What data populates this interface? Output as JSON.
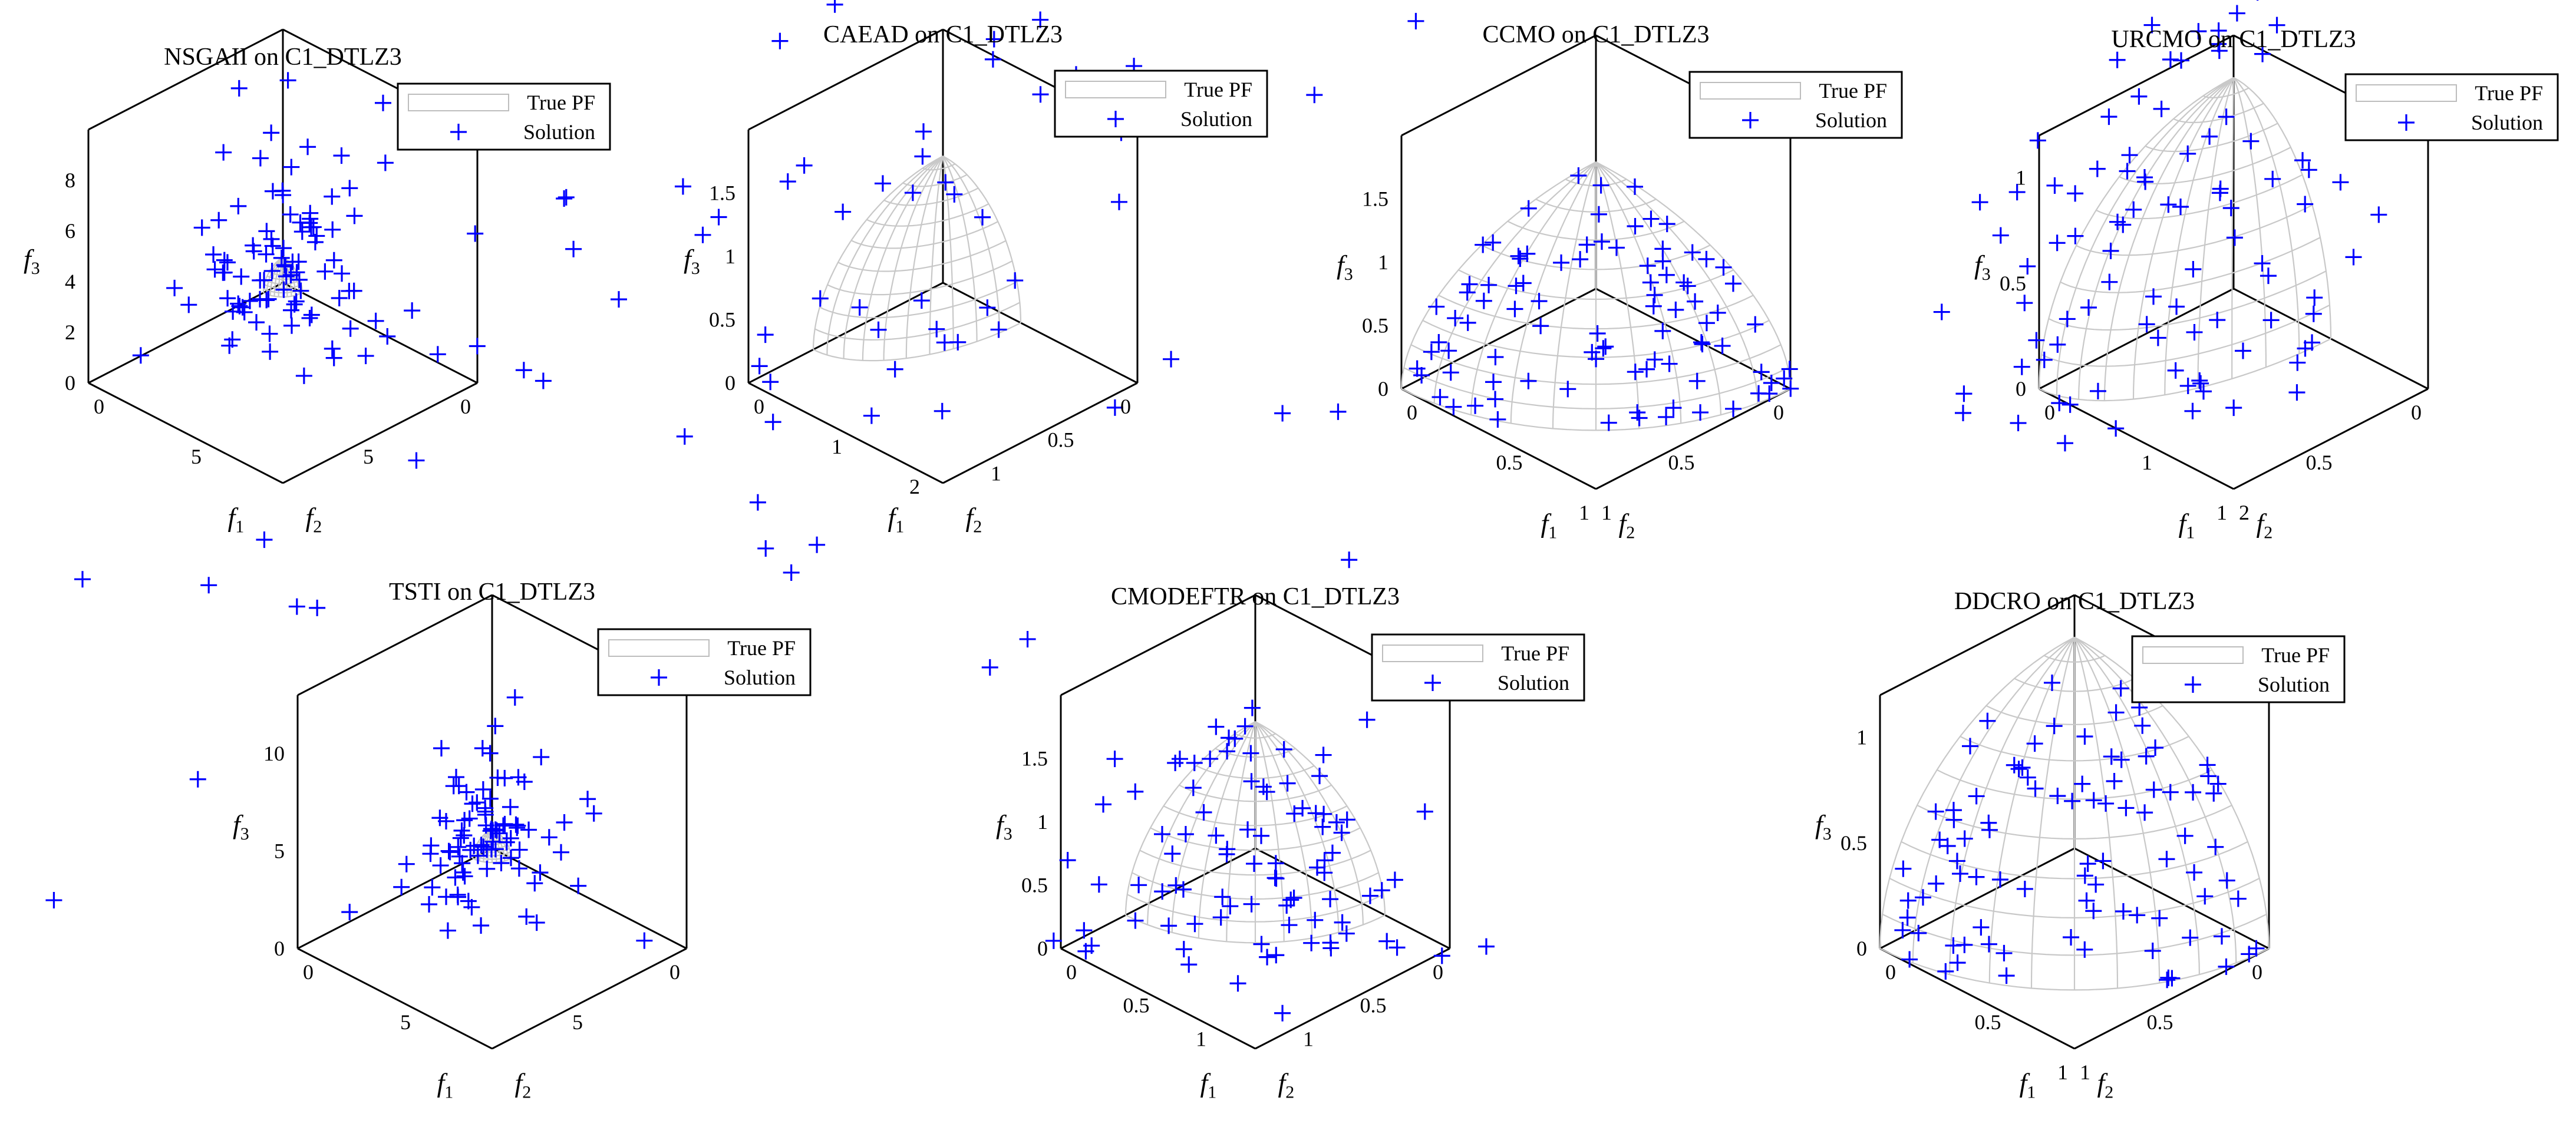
{
  "chart_data": [
    {
      "type": "scatter",
      "title": "NSGAII on C1_DTLZ3",
      "xlabel": "f",
      "xlabel_sub": "1",
      "ylabel": "f",
      "ylabel_sub": "2",
      "zlabel": "f",
      "zlabel_sub": "3",
      "f1_ticks": [
        "0",
        "5"
      ],
      "f2_ticks": [
        "0",
        "5"
      ],
      "f3_ticks": [
        "0",
        "2",
        "4",
        "6",
        "8"
      ],
      "f1_tick_values": [
        0,
        5
      ],
      "f2_tick_values": [
        0,
        5
      ],
      "f3_tick_values": [
        0,
        2,
        4,
        6,
        8
      ],
      "xlim": [
        0,
        10
      ],
      "ylim": [
        0,
        10
      ],
      "zlim": [
        0,
        10
      ],
      "pf_radius": 1,
      "legend": [
        "True PF",
        "Solution"
      ],
      "series": [
        {
          "name": "True PF",
          "type": "surface"
        },
        {
          "name": "Solution",
          "type": "scatter",
          "marker": "+",
          "color": "#0000ff",
          "count": 96
        }
      ]
    },
    {
      "type": "scatter",
      "title": "CAEAD on C1_DTLZ3",
      "xlabel": "f",
      "xlabel_sub": "1",
      "ylabel": "f",
      "ylabel_sub": "2",
      "zlabel": "f",
      "zlabel_sub": "3",
      "f1_ticks": [
        "0",
        "1",
        "2"
      ],
      "f2_ticks": [
        "0",
        "0.5",
        "1"
      ],
      "f3_ticks": [
        "0",
        "0.5",
        "1",
        "1.5"
      ],
      "f1_tick_values": [
        0,
        1,
        2
      ],
      "f2_tick_values": [
        0,
        0.5,
        1
      ],
      "f3_tick_values": [
        0,
        0.5,
        1,
        1.5
      ],
      "xlim": [
        0,
        2.5
      ],
      "ylim": [
        0,
        1.5
      ],
      "zlim": [
        0,
        2
      ],
      "pf_radius": 1,
      "legend": [
        "True PF",
        "Solution"
      ],
      "series": [
        {
          "name": "True PF",
          "type": "surface"
        },
        {
          "name": "Solution",
          "type": "scatter",
          "marker": "+",
          "color": "#0000ff",
          "count": 90
        }
      ]
    },
    {
      "type": "scatter",
      "title": "CCMO on C1_DTLZ3",
      "xlabel": "f",
      "xlabel_sub": "1",
      "ylabel": "f",
      "ylabel_sub": "2",
      "zlabel": "f",
      "zlabel_sub": "3",
      "f1_ticks": [
        "0",
        "0.5",
        "1"
      ],
      "f2_ticks": [
        "0",
        "0.5",
        "1"
      ],
      "f3_ticks": [
        "0",
        "0.5",
        "1",
        "1.5"
      ],
      "f1_tick_values": [
        0,
        0.5,
        1
      ],
      "f2_tick_values": [
        0,
        0.5,
        1
      ],
      "f3_tick_values": [
        0,
        0.5,
        1,
        1.5
      ],
      "xlim": [
        0,
        1
      ],
      "ylim": [
        0,
        1
      ],
      "zlim": [
        0,
        2
      ],
      "pf_radius": 1,
      "legend": [
        "True PF",
        "Solution"
      ],
      "series": [
        {
          "name": "True PF",
          "type": "surface"
        },
        {
          "name": "Solution",
          "type": "scatter",
          "marker": "+",
          "color": "#0000ff",
          "count": 91
        }
      ]
    },
    {
      "type": "scatter",
      "title": "URCMO on C1_DTLZ3",
      "xlabel": "f",
      "xlabel_sub": "1",
      "ylabel": "f",
      "ylabel_sub": "2",
      "zlabel": "f",
      "zlabel_sub": "3",
      "f1_ticks": [
        "0",
        "1",
        "2"
      ],
      "f2_ticks": [
        "0",
        "0.5",
        "1"
      ],
      "f3_ticks": [
        "0",
        "0.5",
        "1"
      ],
      "f1_tick_values": [
        0,
        1,
        2
      ],
      "f2_tick_values": [
        0,
        0.5,
        1
      ],
      "f3_tick_values": [
        0,
        0.5,
        1
      ],
      "xlim": [
        0,
        2
      ],
      "ylim": [
        0,
        1
      ],
      "zlim": [
        0,
        1.2
      ],
      "pf_radius": 1,
      "legend": [
        "True PF",
        "Solution"
      ],
      "series": [
        {
          "name": "True PF",
          "type": "surface"
        },
        {
          "name": "Solution",
          "type": "scatter",
          "marker": "+",
          "color": "#0000ff",
          "count": 91
        }
      ]
    },
    {
      "type": "scatter",
      "title": "TSTI on C1_DTLZ3",
      "xlabel": "f",
      "xlabel_sub": "1",
      "ylabel": "f",
      "ylabel_sub": "2",
      "zlabel": "f",
      "zlabel_sub": "3",
      "f1_ticks": [
        "0",
        "5"
      ],
      "f2_ticks": [
        "0",
        "5"
      ],
      "f3_ticks": [
        "0",
        "5",
        "10"
      ],
      "f1_tick_values": [
        0,
        5
      ],
      "f2_tick_values": [
        0,
        5
      ],
      "f3_tick_values": [
        0,
        5,
        10
      ],
      "xlim": [
        0,
        10
      ],
      "ylim": [
        0,
        10
      ],
      "zlim": [
        0,
        13
      ],
      "pf_radius": 1,
      "legend": [
        "True PF",
        "Solution"
      ],
      "series": [
        {
          "name": "True PF",
          "type": "surface"
        },
        {
          "name": "Solution",
          "type": "scatter",
          "marker": "+",
          "color": "#0000ff",
          "count": 91
        }
      ]
    },
    {
      "type": "scatter",
      "title": "CMODEFTR on C1_DTLZ3",
      "xlabel": "f",
      "xlabel_sub": "1",
      "ylabel": "f",
      "ylabel_sub": "2",
      "zlabel": "f",
      "zlabel_sub": "3",
      "f1_ticks": [
        "0",
        "0.5",
        "1"
      ],
      "f2_ticks": [
        "0",
        "0.5",
        "1"
      ],
      "f3_ticks": [
        "0",
        "0.5",
        "1",
        "1.5"
      ],
      "f1_tick_values": [
        0,
        0.5,
        1
      ],
      "f2_tick_values": [
        0,
        0.5,
        1
      ],
      "f3_tick_values": [
        0,
        0.5,
        1,
        1.5
      ],
      "xlim": [
        0,
        1.5
      ],
      "ylim": [
        0,
        1.5
      ],
      "zlim": [
        0,
        2
      ],
      "pf_radius": 1,
      "legend": [
        "True PF",
        "Solution"
      ],
      "series": [
        {
          "name": "True PF",
          "type": "surface"
        },
        {
          "name": "Solution",
          "type": "scatter",
          "marker": "+",
          "color": "#0000ff",
          "count": 91
        }
      ]
    },
    {
      "type": "scatter",
      "title": "DDCRO on C1_DTLZ3",
      "xlabel": "f",
      "xlabel_sub": "1",
      "ylabel": "f",
      "ylabel_sub": "2",
      "zlabel": "f",
      "zlabel_sub": "3",
      "f1_ticks": [
        "0",
        "0.5",
        "1"
      ],
      "f2_ticks": [
        "0",
        "0.5",
        "1"
      ],
      "f3_ticks": [
        "0",
        "0.5",
        "1"
      ],
      "f1_tick_values": [
        0,
        0.5,
        1
      ],
      "f2_tick_values": [
        0,
        0.5,
        1
      ],
      "f3_tick_values": [
        0,
        0.5,
        1
      ],
      "xlim": [
        0,
        1
      ],
      "ylim": [
        0,
        1
      ],
      "zlim": [
        0,
        1.2
      ],
      "pf_radius": 1,
      "legend": [
        "True PF",
        "Solution"
      ],
      "series": [
        {
          "name": "True PF",
          "type": "surface"
        },
        {
          "name": "Solution",
          "type": "scatter",
          "marker": "+",
          "color": "#0000ff",
          "count": 91
        }
      ]
    }
  ]
}
